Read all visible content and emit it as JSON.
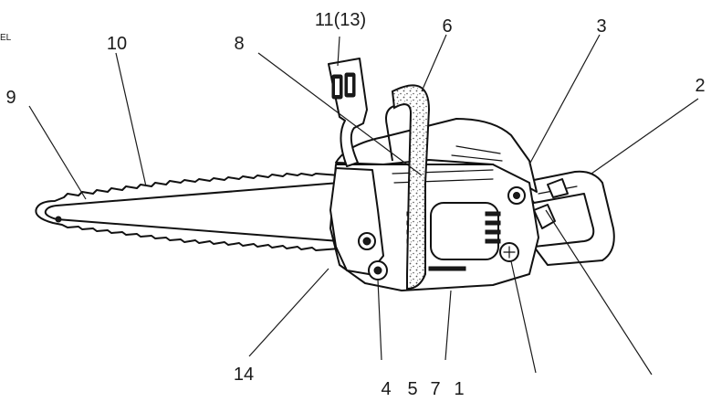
{
  "corner_text": "EL",
  "labels": {
    "l1": "1",
    "l2": "2",
    "l3": "3",
    "l4": "4",
    "l5": "5",
    "l6": "6",
    "l7": "7",
    "l8": "8",
    "l9": "9",
    "l10": "10",
    "l11": "11(13)",
    "l14": "14"
  }
}
